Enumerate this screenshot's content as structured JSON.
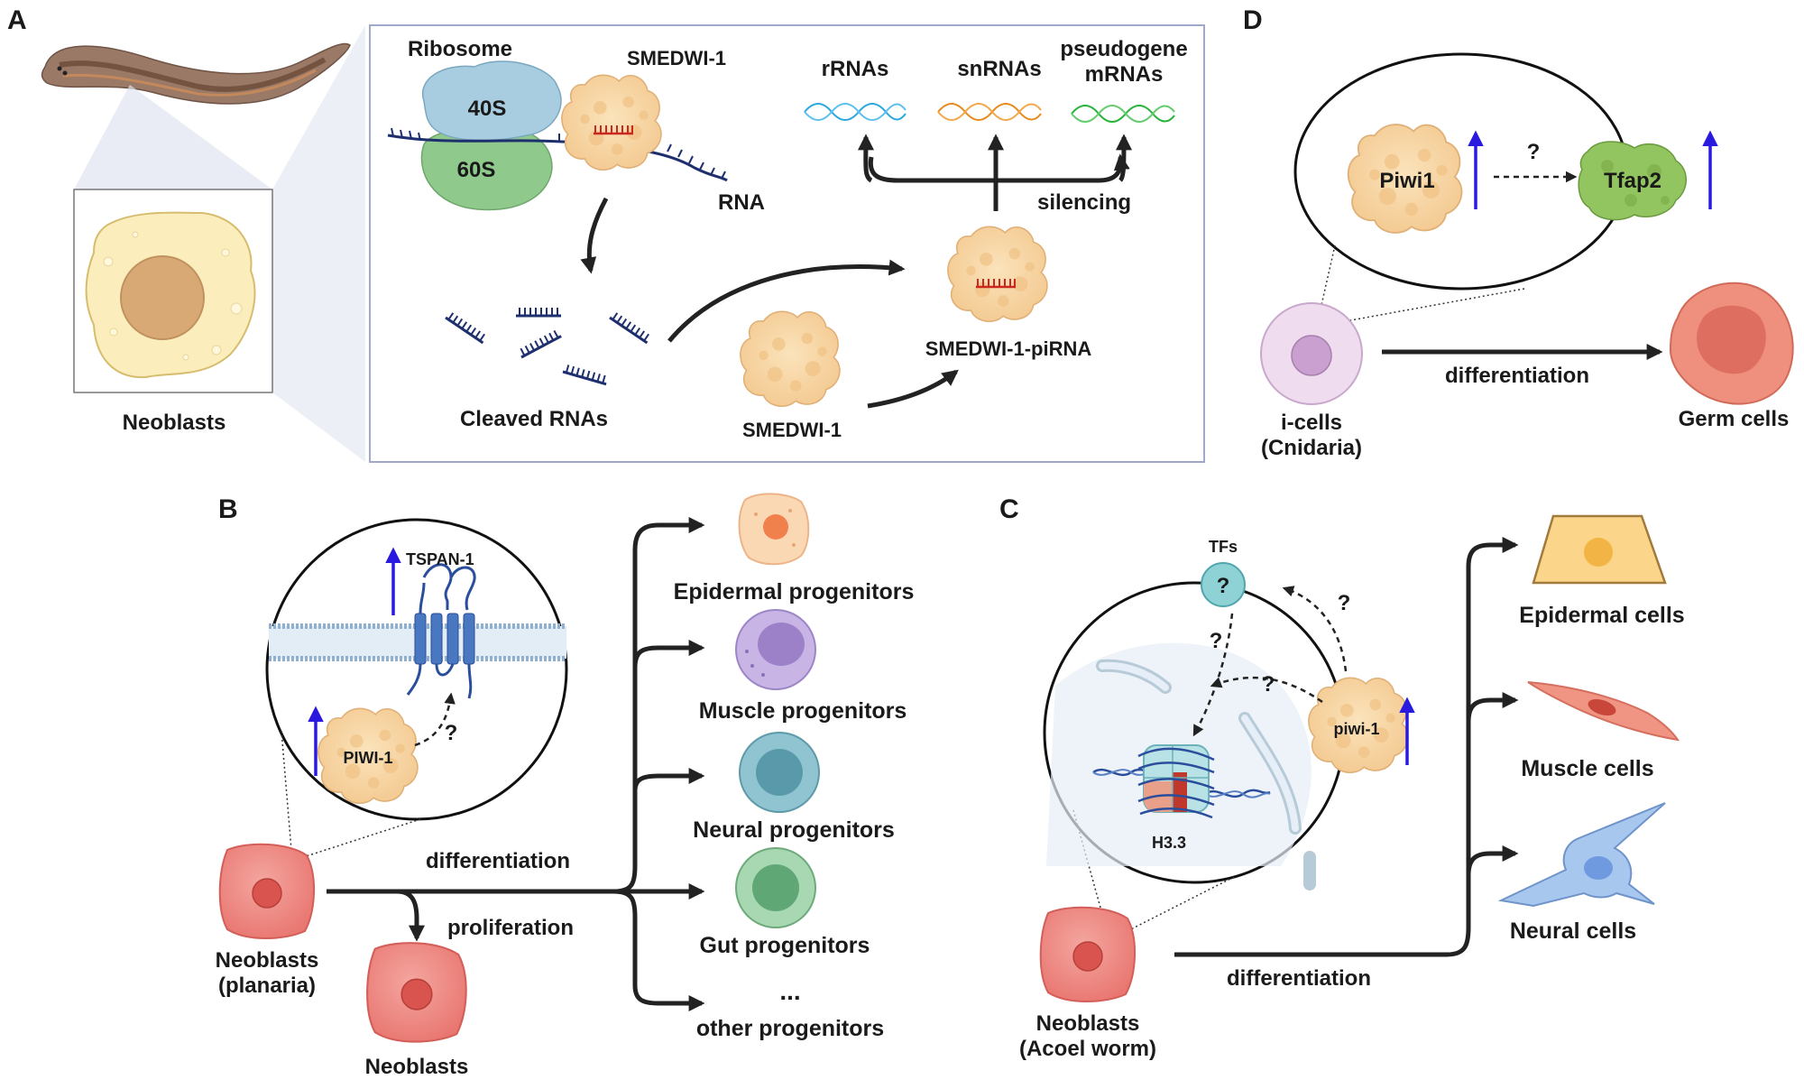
{
  "panels": {
    "a": {
      "letter": "A",
      "neoblasts": "Neoblasts",
      "ribosome": "Ribosome",
      "subunit_40s": "40S",
      "subunit_60s": "60S",
      "smedwi_top": "SMEDWI-1",
      "rna": "RNA",
      "cleaved_rnas": "Cleaved RNAs",
      "smedwi_bottom": "SMEDWI-1",
      "smedwi_pirna": "SMEDWI-1-piRNA",
      "silencing": "silencing",
      "targets": [
        "rRNAs",
        "snRNAs",
        "pseudogene",
        "mRNAs"
      ]
    },
    "b": {
      "letter": "B",
      "tspan": "TSPAN-1",
      "piwi": "PIWI-1",
      "question": "?",
      "source_line1": "Neoblasts",
      "source_line2": "(planaria)",
      "differentiation": "differentiation",
      "proliferation": "proliferation",
      "product": "Neoblasts",
      "progenitors": [
        "Epidermal progenitors",
        "Muscle progenitors",
        "Neural progenitors",
        "Gut progenitors",
        "other progenitors"
      ],
      "ellipsis": "..."
    },
    "c": {
      "letter": "C",
      "tfs": "TFs",
      "tf_question": "?",
      "question": "?",
      "piwi": "piwi-1",
      "h33": "H3.3",
      "source_line1": "Neoblasts",
      "source_line2": "(Acoel worm)",
      "differentiation": "differentiation",
      "cells": [
        "Epidermal cells",
        "Muscle cells",
        "Neural cells"
      ]
    },
    "d": {
      "letter": "D",
      "piwi": "Piwi1",
      "tfap2": "Tfap2",
      "question": "?",
      "source_line1": "i-cells",
      "source_line2": "(Cnidaria)",
      "differentiation": "differentiation",
      "target": "Germ cells"
    }
  },
  "colors": {
    "arrow": "#222222",
    "up_arrow": "#2a1ae0",
    "protein": "#f8d7a4",
    "neoblast": "#ee8a86",
    "rna_strand": "#1e2f6e",
    "pirna": "#c8281e"
  }
}
